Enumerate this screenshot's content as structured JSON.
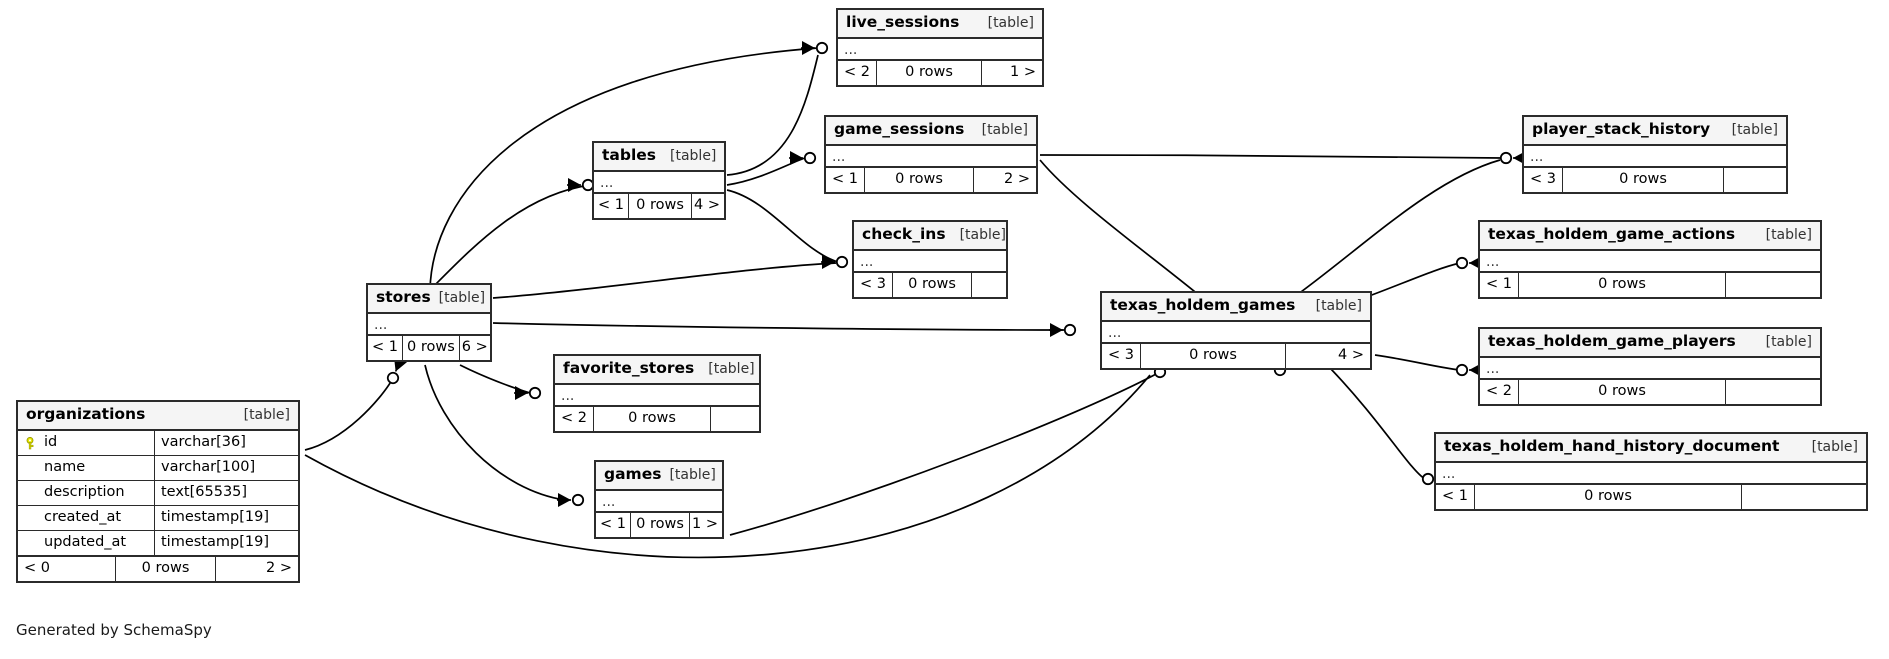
{
  "diagram": {
    "caption": "Generated by SchemaSpy",
    "table_type_label": "[table]",
    "ellipsis": "...",
    "rows_label": "0 rows",
    "colors": {
      "node_border": "#2b2b2b",
      "node_header_bg": "#f5f5f5",
      "node_body_bg": "#ffffff",
      "edge": "#000000",
      "key_icon": "#e8e800",
      "page_bg": "#ffffff"
    }
  },
  "tables": {
    "live_sessions": {
      "name": "live_sessions",
      "type": "[table]",
      "ellipsis": "...",
      "in_count": "< 2",
      "rows": "0 rows",
      "out_count": "1 >"
    },
    "game_sessions": {
      "name": "game_sessions",
      "type": "[table]",
      "ellipsis": "...",
      "in_count": "< 1",
      "rows": "0 rows",
      "out_count": "2 >"
    },
    "tables": {
      "name": "tables",
      "type": "[table]",
      "ellipsis": "...",
      "in_count": "< 1",
      "rows": "0 rows",
      "out_count": "4 >"
    },
    "check_ins": {
      "name": "check_ins",
      "type": "[table]",
      "ellipsis": "...",
      "in_count": "< 3",
      "rows": "0 rows",
      "out_count": ""
    },
    "stores": {
      "name": "stores",
      "type": "[table]",
      "ellipsis": "...",
      "in_count": "< 1",
      "rows": "0 rows",
      "out_count": "6 >"
    },
    "favorite_stores": {
      "name": "favorite_stores",
      "type": "[table]",
      "ellipsis": "...",
      "in_count": "< 2",
      "rows": "0 rows",
      "out_count": ""
    },
    "games": {
      "name": "games",
      "type": "[table]",
      "ellipsis": "...",
      "in_count": "< 1",
      "rows": "0 rows",
      "out_count": "1 >"
    },
    "texas_holdem_games": {
      "name": "texas_holdem_games",
      "type": "[table]",
      "ellipsis": "...",
      "in_count": "< 3",
      "rows": "0 rows",
      "out_count": "4 >"
    },
    "player_stack_history": {
      "name": "player_stack_history",
      "type": "[table]",
      "ellipsis": "...",
      "in_count": "< 3",
      "rows": "0 rows",
      "out_count": ""
    },
    "texas_holdem_game_actions": {
      "name": "texas_holdem_game_actions",
      "type": "[table]",
      "ellipsis": "...",
      "in_count": "< 1",
      "rows": "0 rows",
      "out_count": ""
    },
    "texas_holdem_game_players": {
      "name": "texas_holdem_game_players",
      "type": "[table]",
      "ellipsis": "...",
      "in_count": "< 2",
      "rows": "0 rows",
      "out_count": ""
    },
    "texas_holdem_hand_history_document": {
      "name": "texas_holdem_hand_history_document",
      "type": "[table]",
      "ellipsis": "...",
      "in_count": "< 1",
      "rows": "0 rows",
      "out_count": ""
    },
    "organizations": {
      "name": "organizations",
      "type": "[table]",
      "in_count": "< 0",
      "rows": "0 rows",
      "out_count": "2 >",
      "columns": [
        {
          "name": "id",
          "type": "varchar[36]",
          "primary_key": true
        },
        {
          "name": "name",
          "type": "varchar[100]",
          "primary_key": false
        },
        {
          "name": "description",
          "type": "text[65535]",
          "primary_key": false
        },
        {
          "name": "created_at",
          "type": "timestamp[19]",
          "primary_key": false
        },
        {
          "name": "updated_at",
          "type": "timestamp[19]",
          "primary_key": false
        }
      ]
    }
  }
}
